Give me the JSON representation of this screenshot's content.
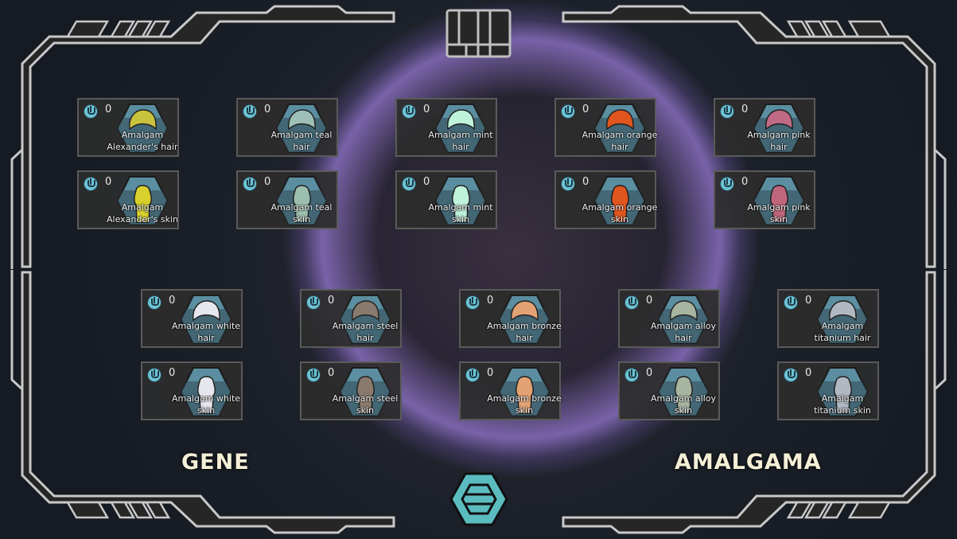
{
  "titles": {
    "left": "GENE",
    "right": "AMALGAMA"
  },
  "colors": {
    "frame": "#c8c8c8",
    "accent": "#5bbcc0",
    "card_bg": "#2d2d2d"
  },
  "icons": {
    "top": "grid-layout-icon",
    "bottom": "hexagon-menu-icon",
    "cost": "gene-point-icon"
  },
  "cards": [
    {
      "label": "Amalgam Alexander's hair",
      "cost": "0",
      "kind": "hair",
      "color": "#c9c23c"
    },
    {
      "label": "Amalgam teal hair",
      "cost": "0",
      "kind": "hair",
      "color": "#9dbfb6"
    },
    {
      "label": "Amalgam mint hair",
      "cost": "0",
      "kind": "hair",
      "color": "#bff2da"
    },
    {
      "label": "Amalgam orange hair",
      "cost": "0",
      "kind": "hair",
      "color": "#e0561e"
    },
    {
      "label": "Amalgam pink hair",
      "cost": "0",
      "kind": "hair",
      "color": "#c06a86"
    },
    {
      "label": "Amalgam Alexander's skin",
      "cost": "0",
      "kind": "skin",
      "color": "#d8d02c"
    },
    {
      "label": "Amalgam teal skin",
      "cost": "0",
      "kind": "skin",
      "color": "#9dbfb0"
    },
    {
      "label": "Amalgam mint skin",
      "cost": "0",
      "kind": "skin",
      "color": "#bff2da"
    },
    {
      "label": "Amalgam orange skin",
      "cost": "0",
      "kind": "skin",
      "color": "#e0561e"
    },
    {
      "label": "Amalgam pink skin",
      "cost": "0",
      "kind": "skin",
      "color": "#c0667c"
    },
    {
      "label": "Amalgam white hair",
      "cost": "0",
      "kind": "hair",
      "color": "#e6e6ee"
    },
    {
      "label": "Amalgam steel hair",
      "cost": "0",
      "kind": "hair",
      "color": "#8a7a6e"
    },
    {
      "label": "Amalgam bronze hair",
      "cost": "0",
      "kind": "hair",
      "color": "#e2a274"
    },
    {
      "label": "Amalgam alloy hair",
      "cost": "0",
      "kind": "hair",
      "color": "#a6b4a0"
    },
    {
      "label": "Amalgam titanium hair",
      "cost": "0",
      "kind": "hair",
      "color": "#b2b8c2"
    },
    {
      "label": "Amalgam white skin",
      "cost": "0",
      "kind": "skin",
      "color": "#e6e6ee"
    },
    {
      "label": "Amalgam steel skin",
      "cost": "0",
      "kind": "skin",
      "color": "#8a7a6e"
    },
    {
      "label": "Amalgam bronze skin",
      "cost": "0",
      "kind": "skin",
      "color": "#e2a274"
    },
    {
      "label": "Amalgam alloy skin",
      "cost": "0",
      "kind": "skin",
      "color": "#a6b4a0"
    },
    {
      "label": "Amalgam titanium skin",
      "cost": "0",
      "kind": "skin",
      "color": "#b2b8c2"
    }
  ]
}
